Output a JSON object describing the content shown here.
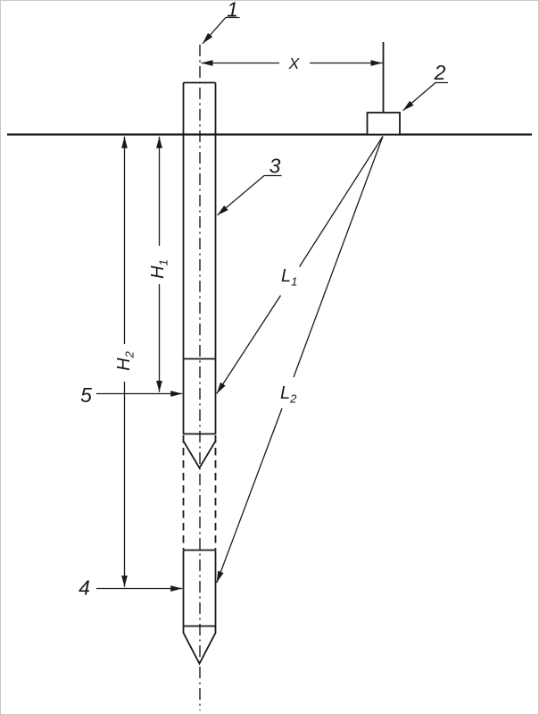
{
  "figure": {
    "colors": {
      "ink": "#1a1a1a",
      "background": "#ffffff"
    },
    "callouts": {
      "c1": "1",
      "c2": "2",
      "c3": "3",
      "c4": "4",
      "c5": "5"
    },
    "dimensions": {
      "x": {
        "main": "X"
      },
      "h1": {
        "main": "H",
        "sub": "1"
      },
      "h2": {
        "main": "H",
        "sub": "2"
      },
      "l1": {
        "main": "L",
        "sub": "1"
      },
      "l2": {
        "main": "L",
        "sub": "2"
      }
    }
  }
}
